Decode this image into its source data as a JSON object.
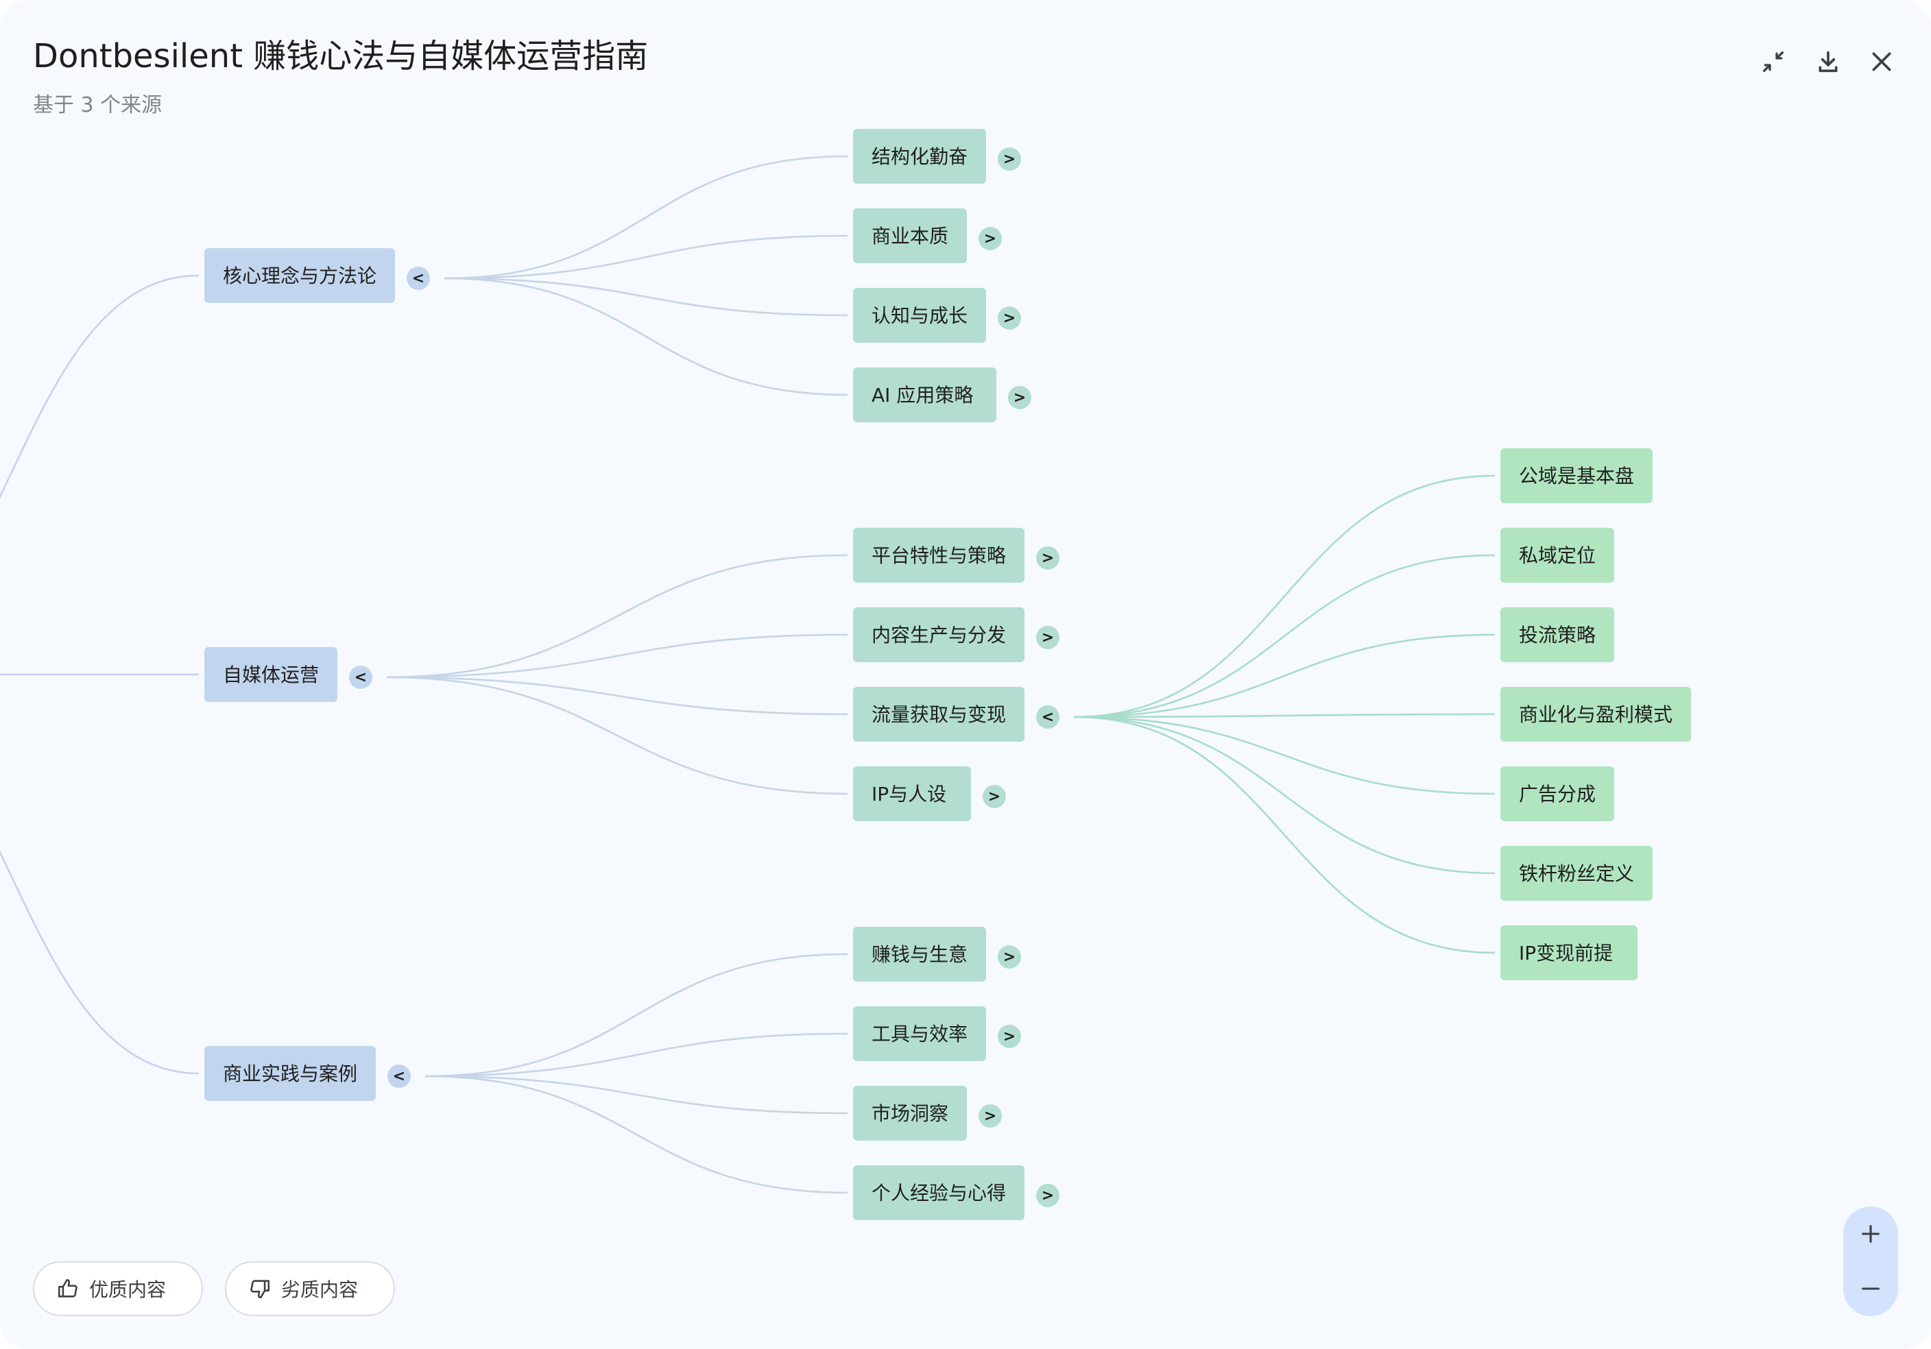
{
  "header": {
    "title": "Dontbesilent 赚钱心法与自媒体运营指南",
    "subtitle": "基于 3 个来源",
    "icons": [
      "collapse-icon",
      "download-icon",
      "close-icon"
    ]
  },
  "colors": {
    "panel_bg": "#f6f9fe",
    "level1_node": "#c2d5ef",
    "level1_edge": "#c9d0ee",
    "level2_node": "#b3ddd1",
    "level2_edge": "#c5d4e6",
    "level3_node": "#b0e5c0",
    "level3_edge": "#a8dccb",
    "toggle_level1": "#c2d5ef",
    "toggle_level2": "#b3ddd1"
  },
  "mindmap": {
    "branches": [
      {
        "label": "核心理念与方法论",
        "toggle": "<",
        "children": [
          {
            "label": "结构化勤奋",
            "toggle": ">"
          },
          {
            "label": "商业本质",
            "toggle": ">"
          },
          {
            "label": "认知与成长",
            "toggle": ">"
          },
          {
            "label": "AI 应用策略",
            "toggle": ">"
          }
        ]
      },
      {
        "label": "自媒体运营",
        "toggle": "<",
        "children": [
          {
            "label": "平台特性与策略",
            "toggle": ">"
          },
          {
            "label": "内容生产与分发",
            "toggle": ">"
          },
          {
            "label": "流量获取与变现",
            "toggle": "<",
            "children": [
              {
                "label": "公域是基本盘"
              },
              {
                "label": "私域定位"
              },
              {
                "label": "投流策略"
              },
              {
                "label": "商业化与盈利模式"
              },
              {
                "label": "广告分成"
              },
              {
                "label": "铁杆粉丝定义"
              },
              {
                "label": "IP变现前提"
              }
            ]
          },
          {
            "label": "IP与人设",
            "toggle": ">"
          }
        ]
      },
      {
        "label": "商业实践与案例",
        "toggle": "<",
        "children": [
          {
            "label": "赚钱与生意",
            "toggle": ">"
          },
          {
            "label": "工具与效率",
            "toggle": ">"
          },
          {
            "label": "市场洞察",
            "toggle": ">"
          },
          {
            "label": "个人经验与心得",
            "toggle": ">"
          }
        ]
      }
    ]
  },
  "feedback": {
    "good_label": "优质内容",
    "bad_label": "劣质内容"
  },
  "zoom": {
    "in_icon": "plus-icon",
    "out_icon": "minus-icon"
  }
}
